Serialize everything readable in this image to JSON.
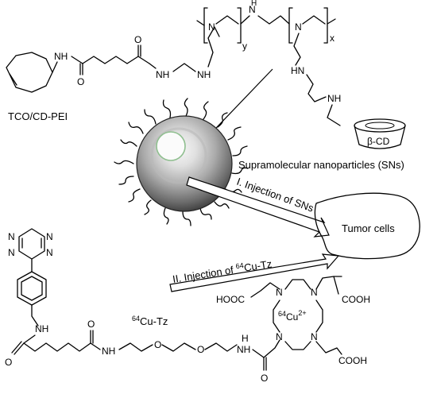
{
  "labels": {
    "tco_cd_pei": "TCO/CD-PEI",
    "beta_cd": "β-CD",
    "sns": "Supramolecular nanoparticles (SNs)",
    "injection1": "I. Injection of SNs",
    "tumor": "Tumor cells",
    "injection2_prefix": "II. Injection of ",
    "injection2_sup": "64",
    "injection2_suffix": "Cu-Tz",
    "cu_tz_sup": "64",
    "cu_tz": "Cu-Tz",
    "cu_center_sup": "64",
    "cu_center": "Cu",
    "cu_charge": "2+"
  },
  "atoms": {
    "N": "N",
    "NH": "NH",
    "HN": "HN",
    "O": "O",
    "HOOC": "HOOC",
    "COOH": "COOH",
    "sub_x": "x",
    "sub_y": "y",
    "H": "H"
  },
  "colors": {
    "line": "#000000",
    "sphere_dark": "#3a3a3a",
    "sphere_light": "#f2f2f2",
    "highlight_green": "#8fbf8f"
  }
}
